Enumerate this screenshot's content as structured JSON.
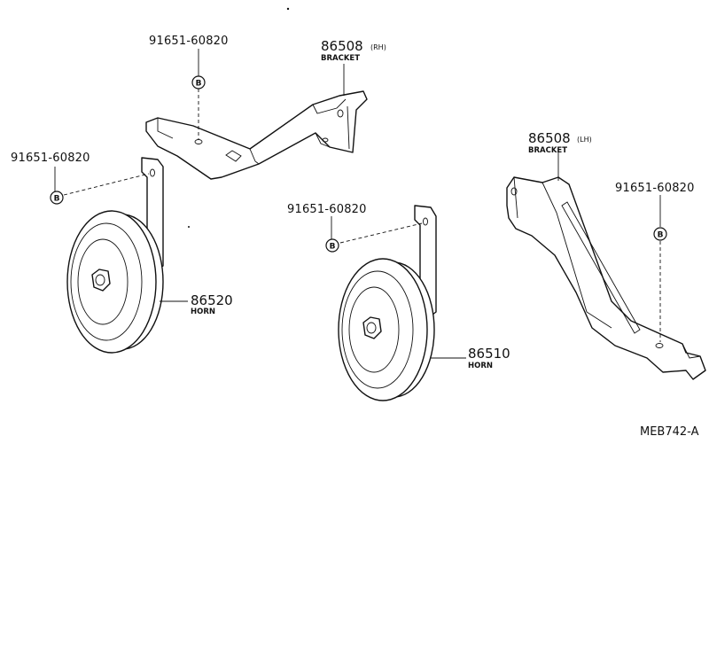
{
  "diagram": {
    "code": "MEB742-A",
    "callouts": {
      "bolt_rh_top": {
        "number": "91651-60820",
        "badge": "B"
      },
      "bolt_left": {
        "number": "91651-60820",
        "badge": "B"
      },
      "bolt_mid": {
        "number": "91651-60820",
        "badge": "B"
      },
      "bolt_lh": {
        "number": "91651-60820",
        "badge": "B"
      },
      "bracket_rh": {
        "number": "86508",
        "side": "(RH)",
        "name": "BRACKET"
      },
      "bracket_lh": {
        "number": "86508",
        "side": "(LH)",
        "name": "BRACKET"
      },
      "horn_left": {
        "number": "86520",
        "name": "HORN"
      },
      "horn_mid": {
        "number": "86510",
        "name": "HORN"
      }
    }
  }
}
